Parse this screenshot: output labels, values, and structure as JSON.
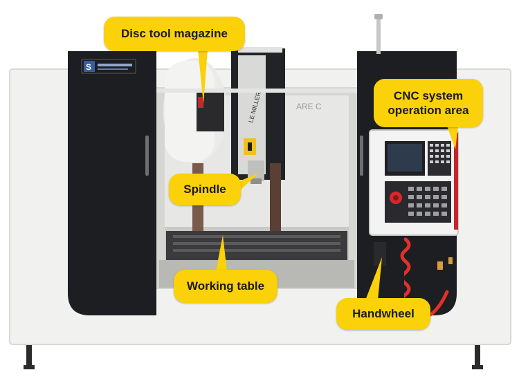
{
  "callouts": {
    "disc_tool_magazine": "Disc tool magazine",
    "cnc_line1": "CNC system",
    "cnc_line2": "operation area",
    "spindle": "Spindle",
    "working_table": "Working table",
    "handwheel": "Handwheel"
  },
  "colors": {
    "callout_bg": "#fbd109",
    "machine_dark": "#1d1e22",
    "machine_panel": "#f1f1ef",
    "accent_red": "#c4262b"
  }
}
